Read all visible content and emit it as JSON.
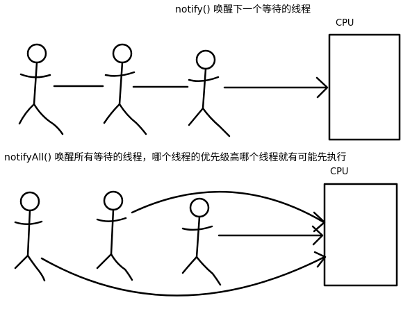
{
  "top_section": {
    "caption": "notify() 唤醒下一个等待的线程",
    "cpu_label": "CPU"
  },
  "bottom_section": {
    "caption": "notifyAll() 唤醒所有等待的线程，哪个线程的优先级高哪个线程就有可能先执行",
    "cpu_label": "CPU"
  }
}
